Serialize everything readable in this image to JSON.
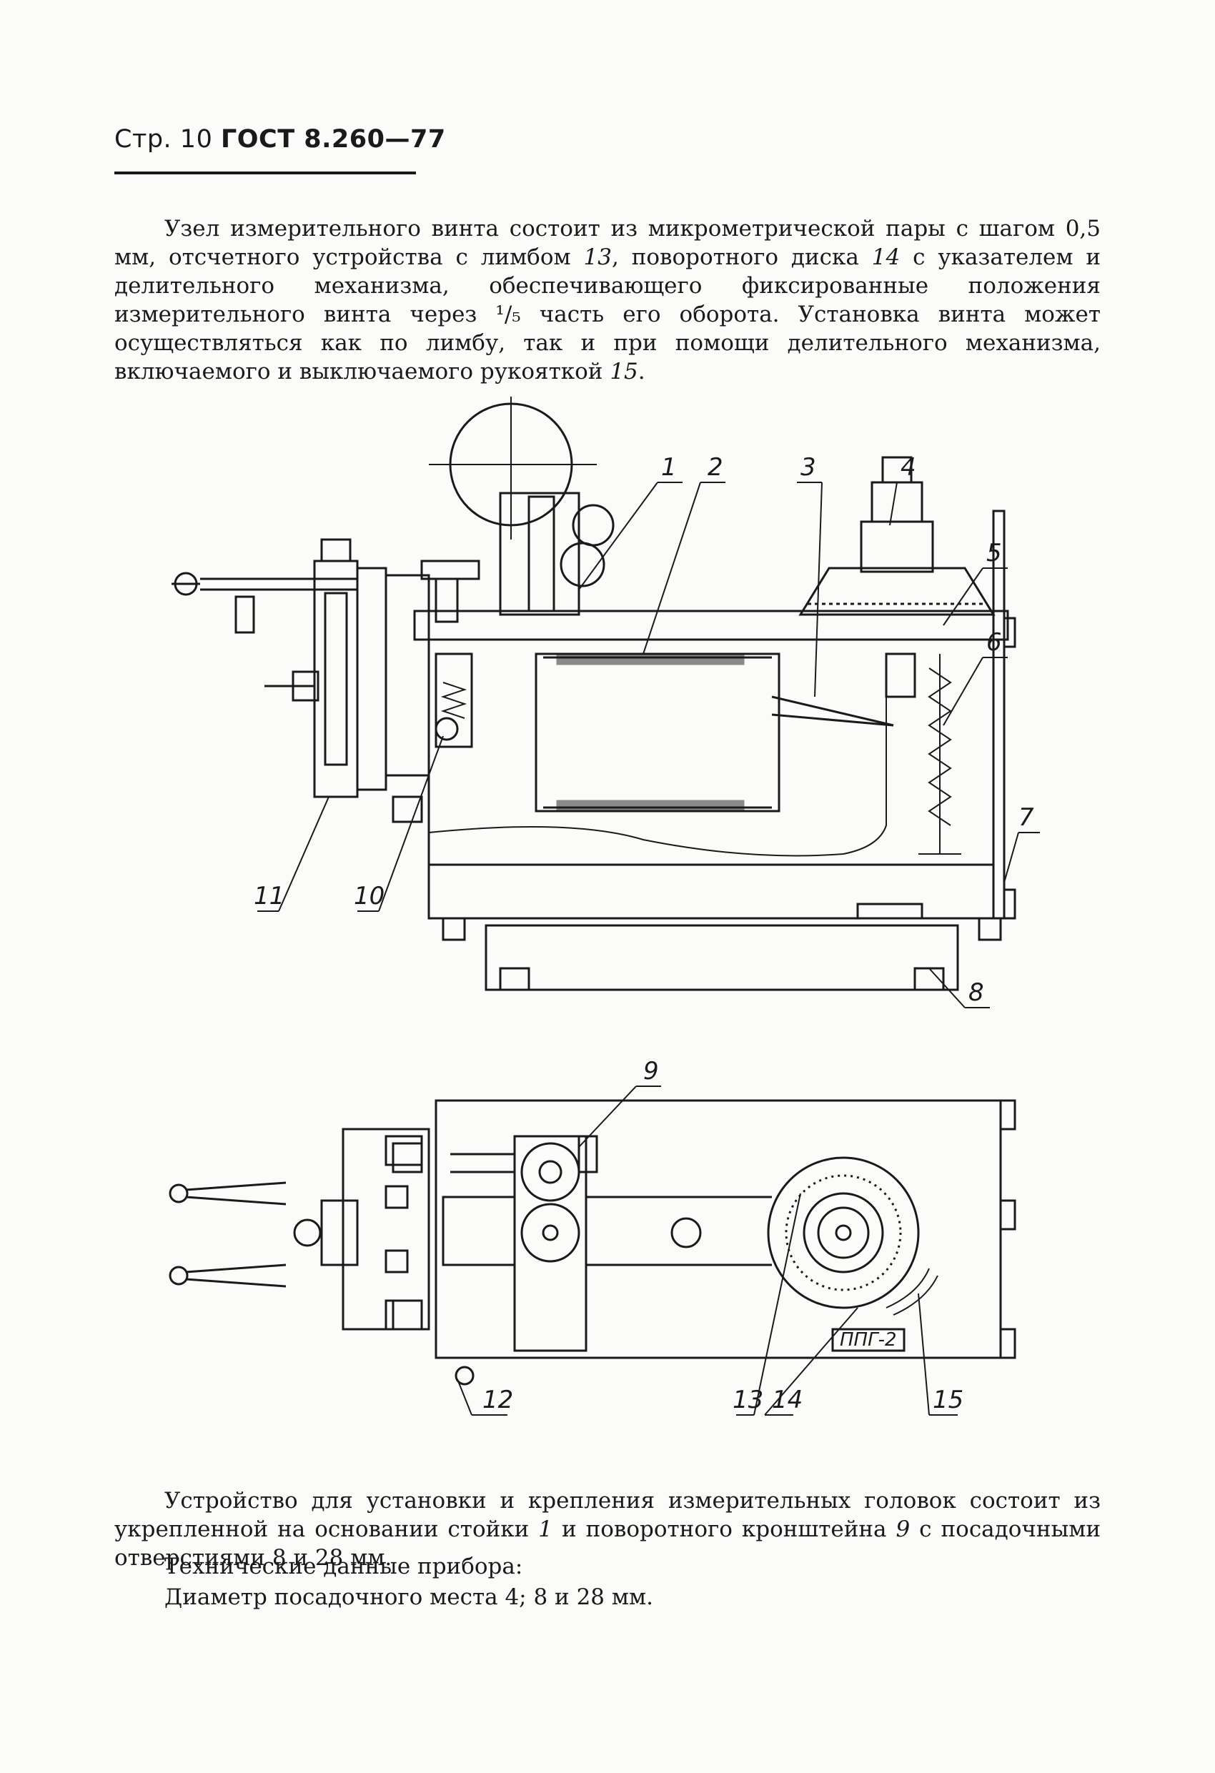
{
  "header": {
    "prefix": "Стр. 10",
    "standard": "ГОСТ 8.260—77"
  },
  "paragraph1": {
    "part1": "Узел измерительного винта состоит из микрометрической пары с шагом 0,5 мм, отсчетного устройства с лимбом ",
    "ref1": "13",
    "part2": ", поворотного диска ",
    "ref2": "14",
    "part3": " с указателем и делительного механизма, обеспечивающего фиксированные положения измерительного винта через ",
    "fraction": "¹/₅",
    "part4": " часть его оборота. Установка винта может осуществляться как по лимбу, так и при помощи делительного механизма, включаемого и выключаемого рукояткой ",
    "ref3": "15",
    "part5": "."
  },
  "figure_top": {
    "callouts": [
      "1",
      "2",
      "3",
      "4",
      "5",
      "6",
      "7",
      "8",
      "10",
      "11"
    ]
  },
  "figure_bottom": {
    "callouts": [
      "9",
      "12",
      "13",
      "14",
      "15"
    ],
    "plate_label": "ППГ-2"
  },
  "paragraph2": {
    "part1": "Устройство для установки и крепления измерительных головок состоит из укрепленной на основании стойки ",
    "ref1": "1",
    "part2": " и поворотного кронштейна ",
    "ref2": "9",
    "part3": " с посадочными отверстиями 8 и 28 мм."
  },
  "specs": {
    "heading": "Технические данные прибора:",
    "diameter": "Диаметр посадочного места 4; 8 и 28 мм."
  }
}
